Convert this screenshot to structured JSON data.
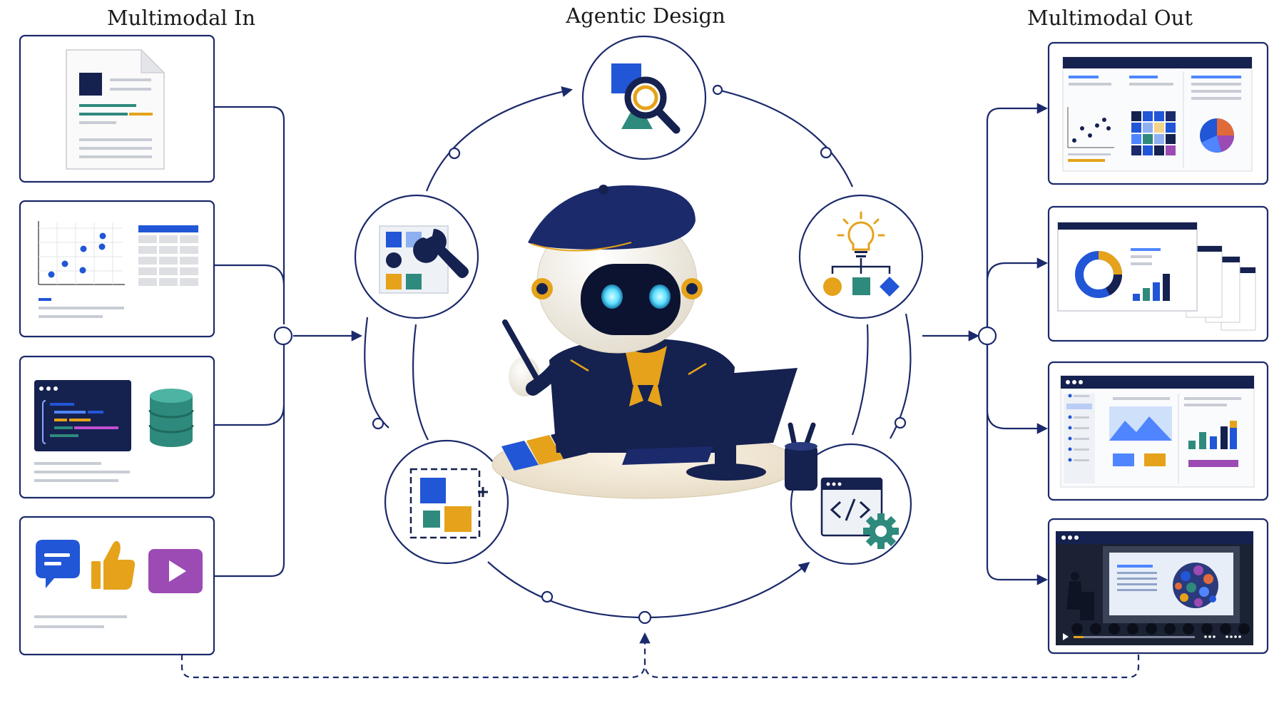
{
  "titles": {
    "left": "Multimodal In",
    "center": "Agentic Design",
    "right": "Multimodal Out"
  },
  "colors": {
    "navy": "#1b2a6b",
    "dark_navy": "#15214f",
    "blue": "#2156d6",
    "teal": "#2e8a7c",
    "amber": "#e5a21a",
    "purple": "#9b4bb3",
    "glow_cyan": "#5fe0ff",
    "gray_line": "#b9bec8"
  },
  "input_panels": [
    {
      "name": "document",
      "icons": [
        "document-icon"
      ]
    },
    {
      "name": "chart-and-table",
      "icons": [
        "scatter-chart-icon",
        "table-icon"
      ]
    },
    {
      "name": "code-and-database",
      "icons": [
        "code-window-icon",
        "database-icon"
      ]
    },
    {
      "name": "social-media",
      "icons": [
        "chat-bubble-icon",
        "thumbs-up-icon",
        "play-button-icon"
      ]
    }
  ],
  "agent_tools": [
    {
      "name": "visual-search",
      "icons": [
        "shapes-magnifier-icon"
      ]
    },
    {
      "name": "ideation-flow",
      "icons": [
        "lightbulb-flowchart-icon"
      ]
    },
    {
      "name": "code-config",
      "icons": [
        "code-gear-icon"
      ]
    },
    {
      "name": "layout-composition",
      "icons": [
        "layout-blocks-icon"
      ]
    },
    {
      "name": "toolkit",
      "icons": [
        "tool-grid-icon"
      ]
    }
  ],
  "agent": {
    "name": "robot-designer",
    "icons": [
      "robot-artist-icon",
      "monitor-icon",
      "pen-holder-icon",
      "color-swatch-icon"
    ]
  },
  "output_panels": [
    {
      "name": "report-dashboard",
      "icons": [
        "scatter-chart-icon",
        "heatmap-icon",
        "pie-chart-icon"
      ]
    },
    {
      "name": "slide-deck",
      "icons": [
        "donut-chart-icon",
        "bar-chart-icon"
      ]
    },
    {
      "name": "web-page",
      "icons": [
        "sidebar-icon",
        "mountain-image-icon",
        "bar-chart-icon"
      ]
    },
    {
      "name": "video-presentation",
      "icons": [
        "presenter-icon",
        "molecule-icon",
        "play-icon"
      ]
    }
  ]
}
